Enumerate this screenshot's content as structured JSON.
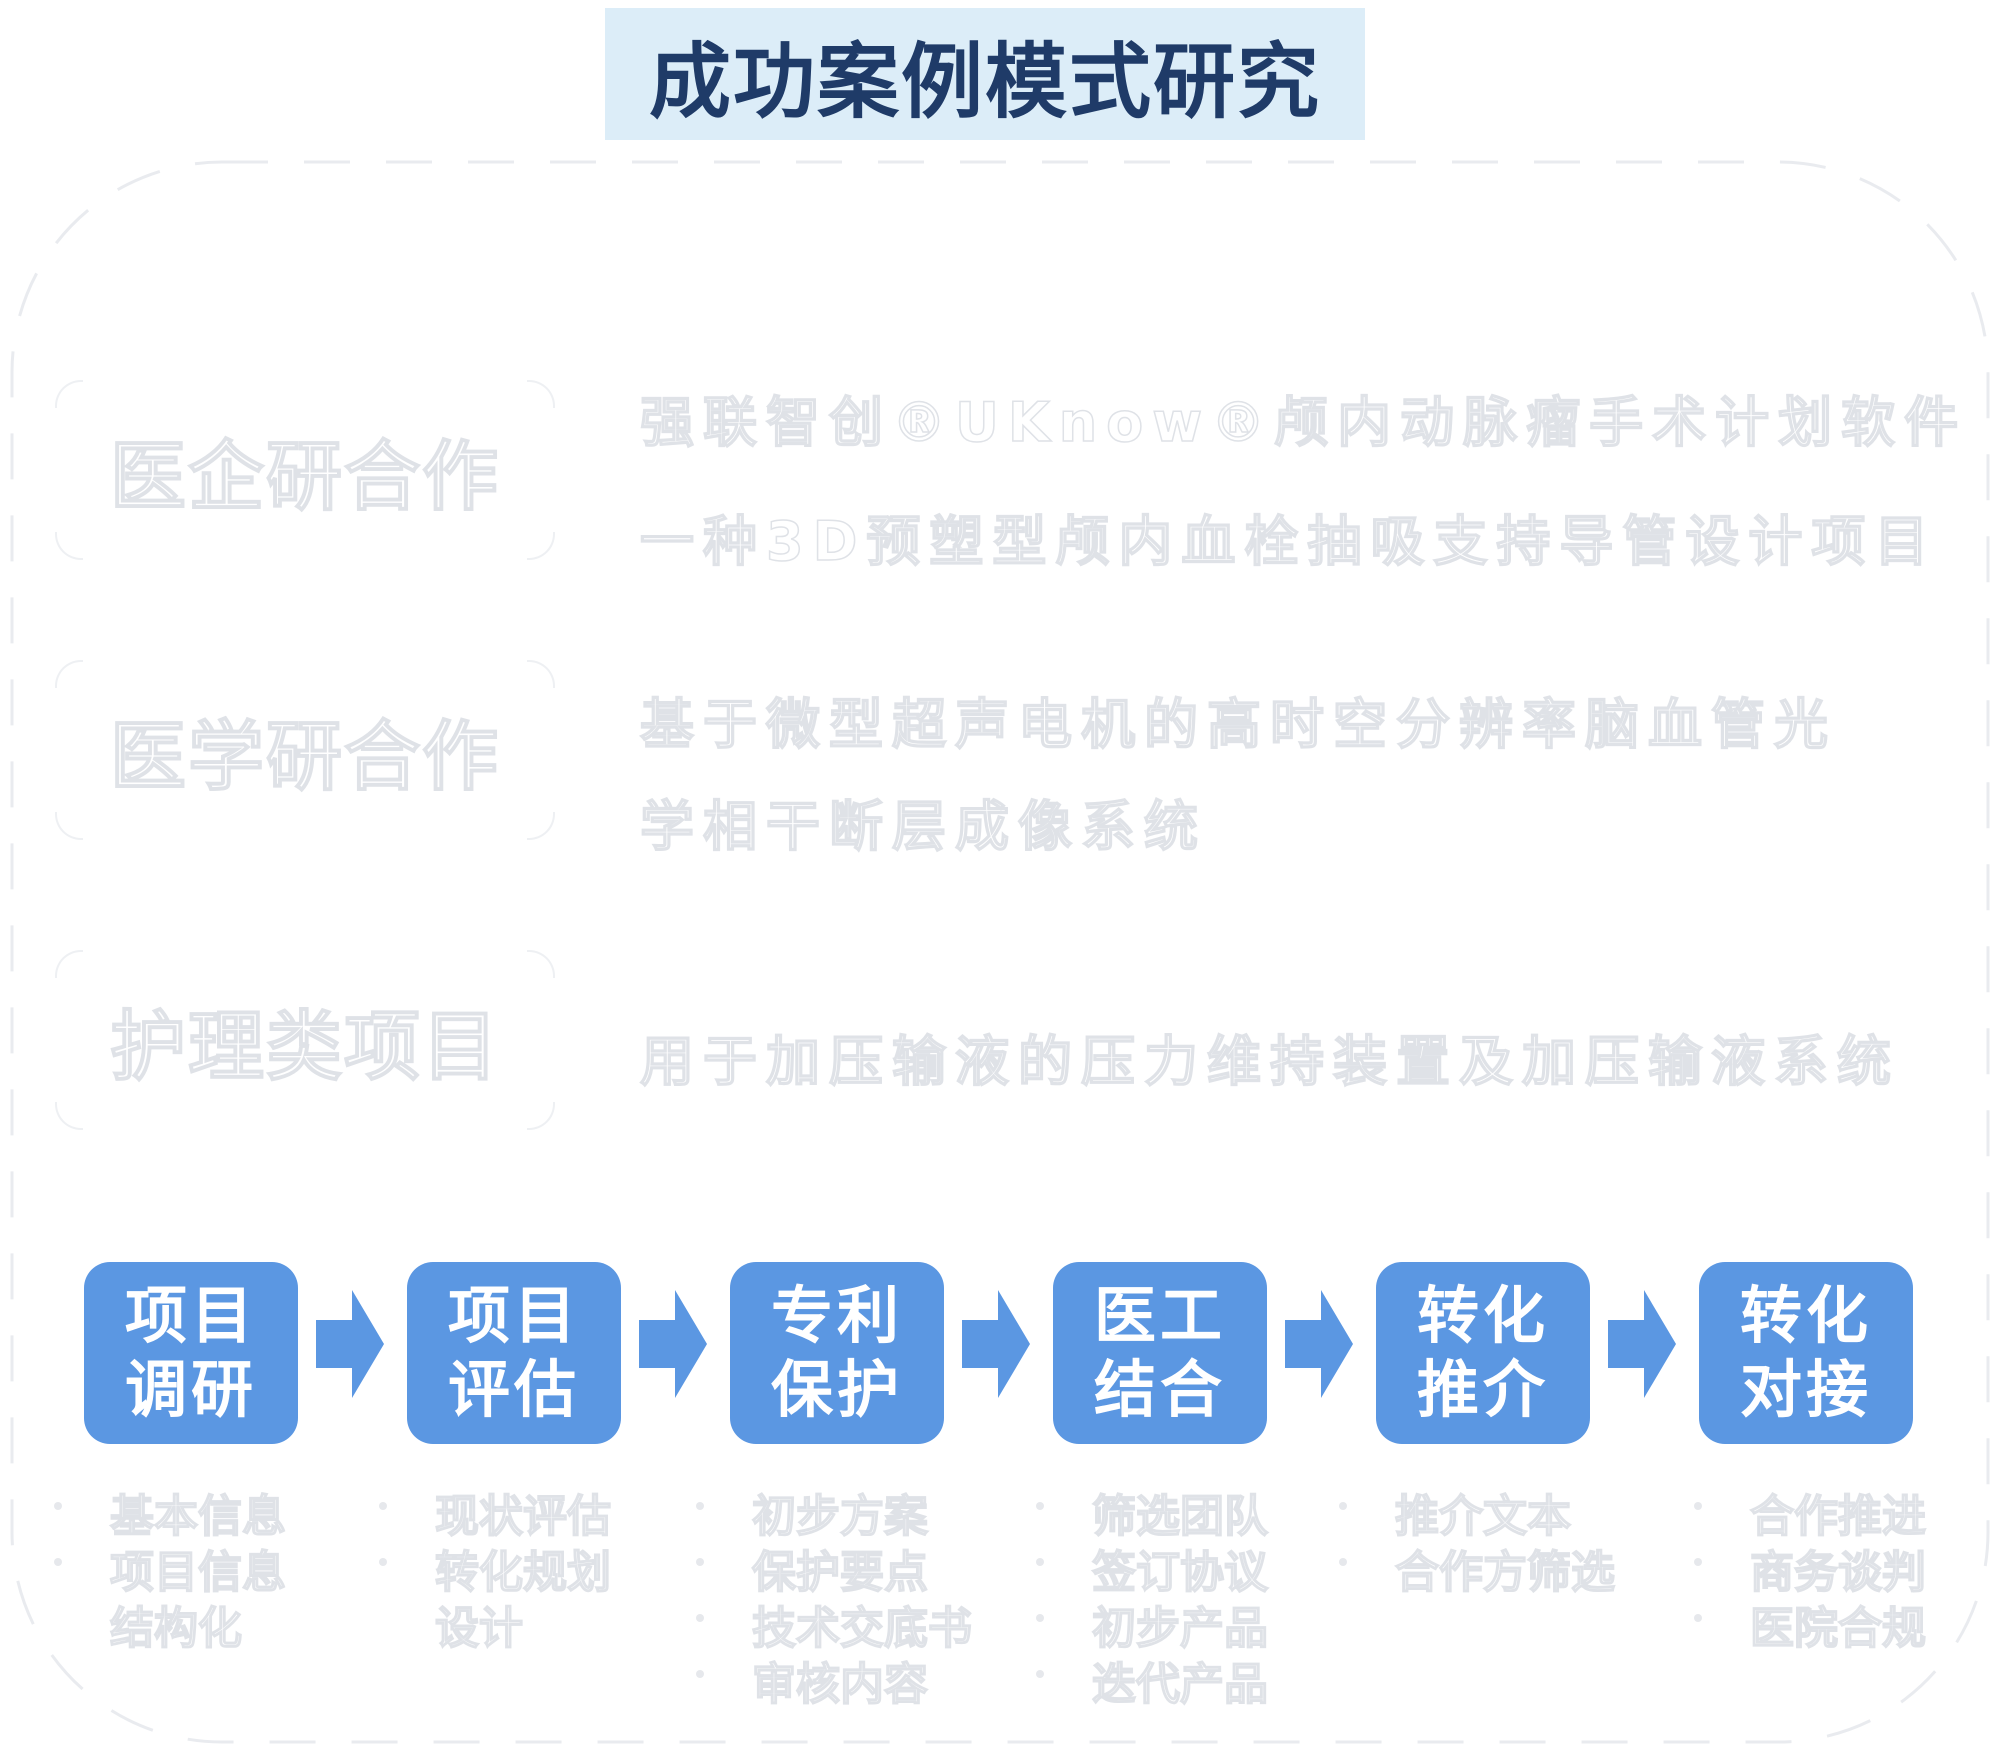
{
  "title": "成功案例模式研究",
  "colors": {
    "title_bg": "#dcedf8",
    "title_text": "#1f3b68",
    "step_fill": "#5b97e2",
    "arrow_fill": "#5b97e2"
  },
  "categories": [
    {
      "label": "医企研合作",
      "lines": [
        "强联智创®UKnow®颅内动脉瘤手术计划软件",
        "一种3D预塑型颅内血栓抽吸支持导管设计项目"
      ]
    },
    {
      "label": "医学研合作",
      "lines": [
        "基于微型超声电机的高时空分辨率脑血管光",
        "学相干断层成像系统"
      ]
    },
    {
      "label": "护理类项目",
      "lines": [
        "用于加压输液的压力维持装置及加压输液系统"
      ]
    }
  ],
  "steps": [
    {
      "line1": "项目",
      "line2": "调研",
      "items": [
        "基本信息",
        "项目信息",
        "结构化"
      ]
    },
    {
      "line1": "项目",
      "line2": "评估",
      "items": [
        "现状评估",
        "转化规划",
        "设计"
      ]
    },
    {
      "line1": "专利",
      "line2": "保护",
      "items": [
        "初步方案",
        "保护要点",
        "技术交底书",
        "审核内容"
      ]
    },
    {
      "line1": "医工",
      "line2": "结合",
      "items": [
        "筛选团队",
        "签订协议",
        "初步产品",
        "迭代产品"
      ]
    },
    {
      "line1": "转化",
      "line2": "推介",
      "items": [
        "推介文本",
        "合作方筛选"
      ]
    },
    {
      "line1": "转化",
      "line2": "对接",
      "items": [
        "合作推进",
        "商务谈判",
        "医院合规"
      ]
    }
  ]
}
